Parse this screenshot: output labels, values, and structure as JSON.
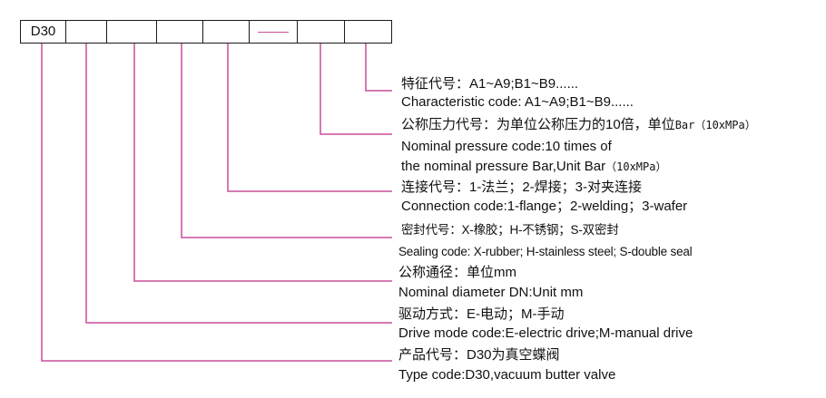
{
  "code_boxes": [
    "D30",
    "",
    "",
    "",
    "",
    "",
    "",
    ""
  ],
  "separator_symbol": "—",
  "line_color": "#c94f9a",
  "entries": [
    {
      "cn": "特征代号：A1~A9;B1~B9......",
      "en": "Characteristic code: A1~A9;B1~B9......"
    },
    {
      "cn": "公称压力代号：为单位公称压力的10倍，单位",
      "cn_unit": "Bar（10xMPa）",
      "en": "Nominal pressure code:10 times of",
      "en2": "the nominal pressure Bar,Unit Bar",
      "en2_unit": "（10xMPa）"
    },
    {
      "cn": "连接代号：1-法兰；2-焊接；3-对夹连接",
      "en": "Connection code:1-flange；2-welding；3-wafer"
    },
    {
      "cn": "密封代号：X-橡胶；H-不锈钢；S-双密封",
      "en": "Sealing code: X-rubber; H-stainless steel; S-double seal"
    },
    {
      "cn": "公称通径：单位mm",
      "en": "Nominal diameter DN:Unit mm"
    },
    {
      "cn": "驱动方式：E-电动；M-手动",
      "en": "Drive mode code:E-electric drive;M-manual drive"
    },
    {
      "cn": "产品代号：D30为真空蝶阀",
      "en": "Type code:D30,vacuum butter valve"
    }
  ]
}
